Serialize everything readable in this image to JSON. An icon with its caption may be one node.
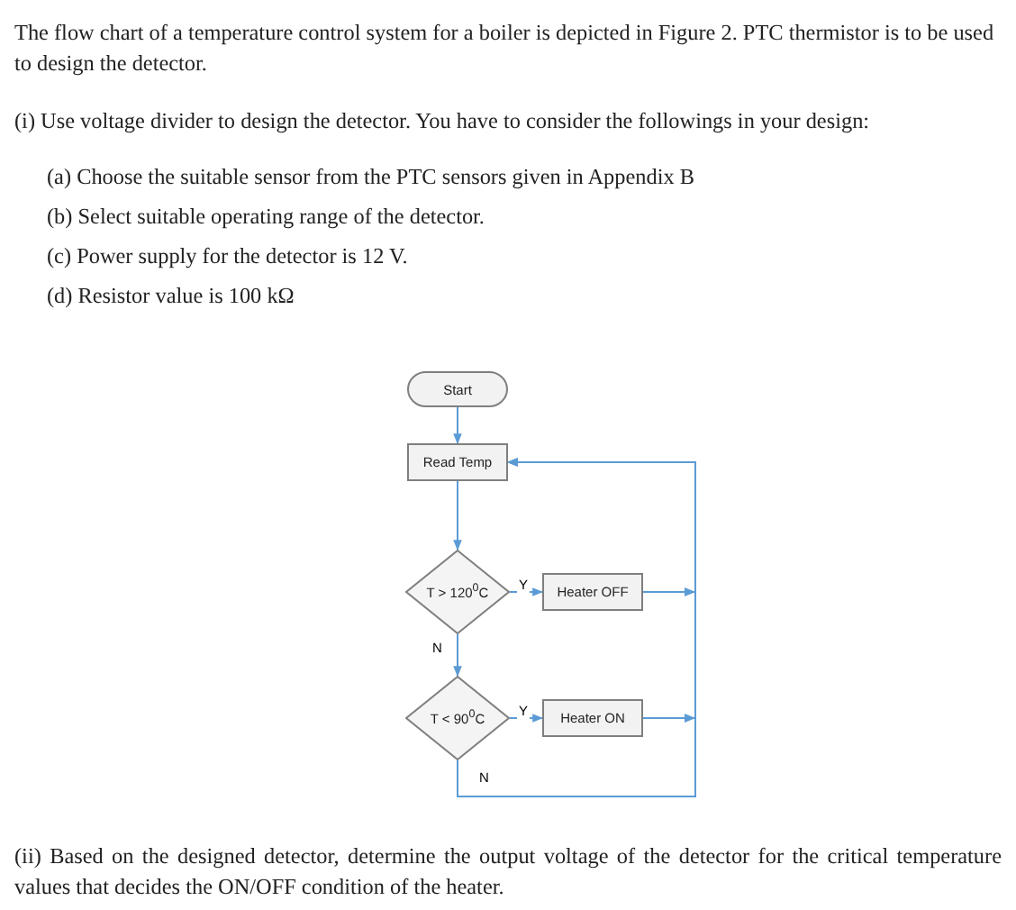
{
  "diagram": {
    "nodes": [
      {
        "text": [
          "Start"
        ]
      },
      {
        "text": [
          "Read Temp"
        ]
      },
      {
        "text": [
          "T > 120$^{0}$C"
        ]
      },
      {
        "text": [
          "Heater OFF"
        ]
      },
      {
        "text": [
          "T < 90$^{0}$C"
        ]
      },
      {
        "text": [
          "Heater ON"
        ]
      }
    ],
    "edges": [
      {
        "from": 0,
        "to": 1,
        "arrow": "to"
      },
      {
        "from": 1,
        "to": 2,
        "arrow": "to"
      },
      {
        "from": 2,
        "to": 3,
        "arrow": "to",
        "label": "Y"
      },
      {
        "from": 2,
        "to": 4,
        "arrow": "to",
        "label": "N"
      },
      {
        "from": 4,
        "to": 5,
        "arrow": "to",
        "label": "Y"
      },
      {
        "from": 3,
        "to": 1,
        "arrow": "to"
      },
      {
        "from": 5,
        "to": 1,
        "arrow": "to"
      },
      {
        "from": 4,
        "to": 1,
        "arrow": "to",
        "label": "N"
      }
    ],
    "labels": [
      "The flow chart of a temperature control system for a boiler is depicted in Figure 2. PTC thermistor is to be used to design the detector.",
      "(i) Use voltage divider to design the detector. You have to consider the followings in your design:",
      "(a) Choose the suitable sensor from the PTC sensors given in Appendix B",
      "(b) Select suitable operating range of the detector.",
      "(c) Power supply for the detector is 12 V.",
      "(d) Resistor value is 100 kΩ",
      "(ii) Based on the designed detector, determine the output voltage of the detector for the critical temperature values that decides the ON/OFF condition of the heater."
    ]
  }
}
